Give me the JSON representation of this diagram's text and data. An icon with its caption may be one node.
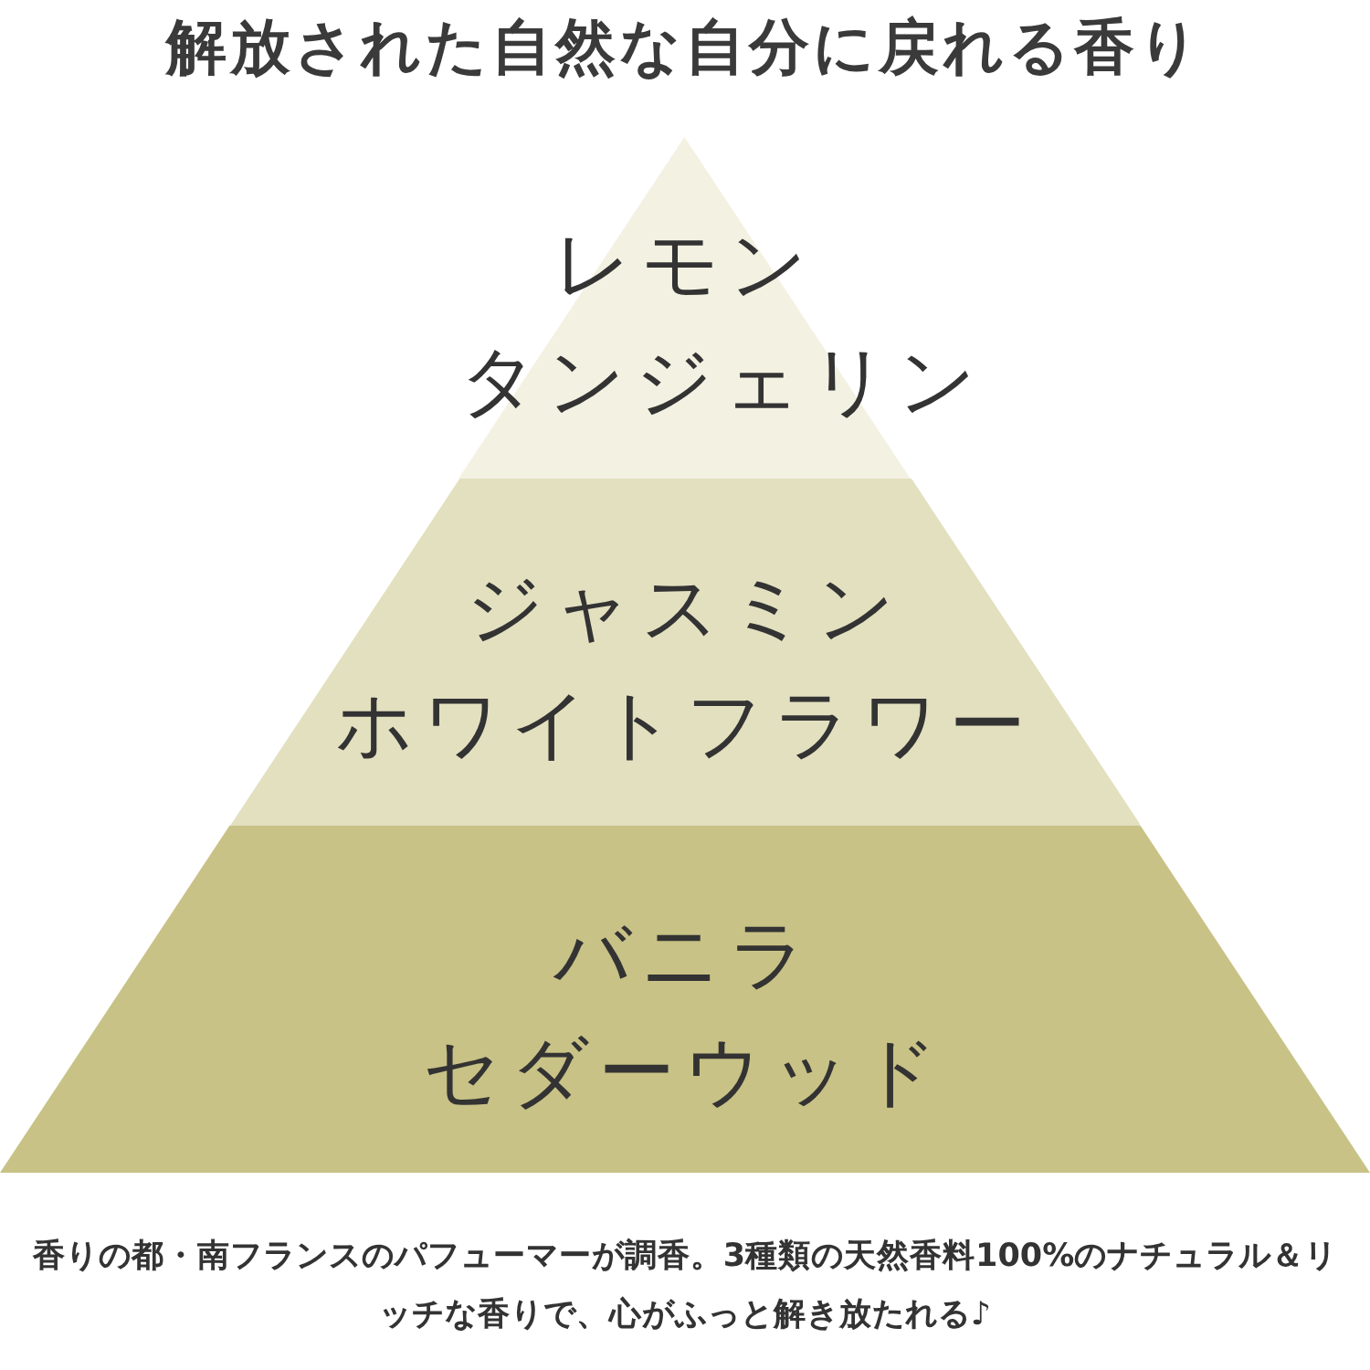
{
  "diagram": {
    "title": "解放された自然な自分に戻れる香り",
    "nodes": [
      {
        "text": [
          "レモン",
          "タンジェリン"
        ]
      },
      {
        "text": [
          "ジャスミン",
          "ホワイトフラワー"
        ]
      },
      {
        "text": [
          "バニラ",
          "セダーウッド"
        ]
      }
    ],
    "caption": "香りの都・南フランスのパフューマーが調香。3種類の天然香料100%のナチュラル＆リッチな香りで、心がふっと解き放たれる♪"
  }
}
